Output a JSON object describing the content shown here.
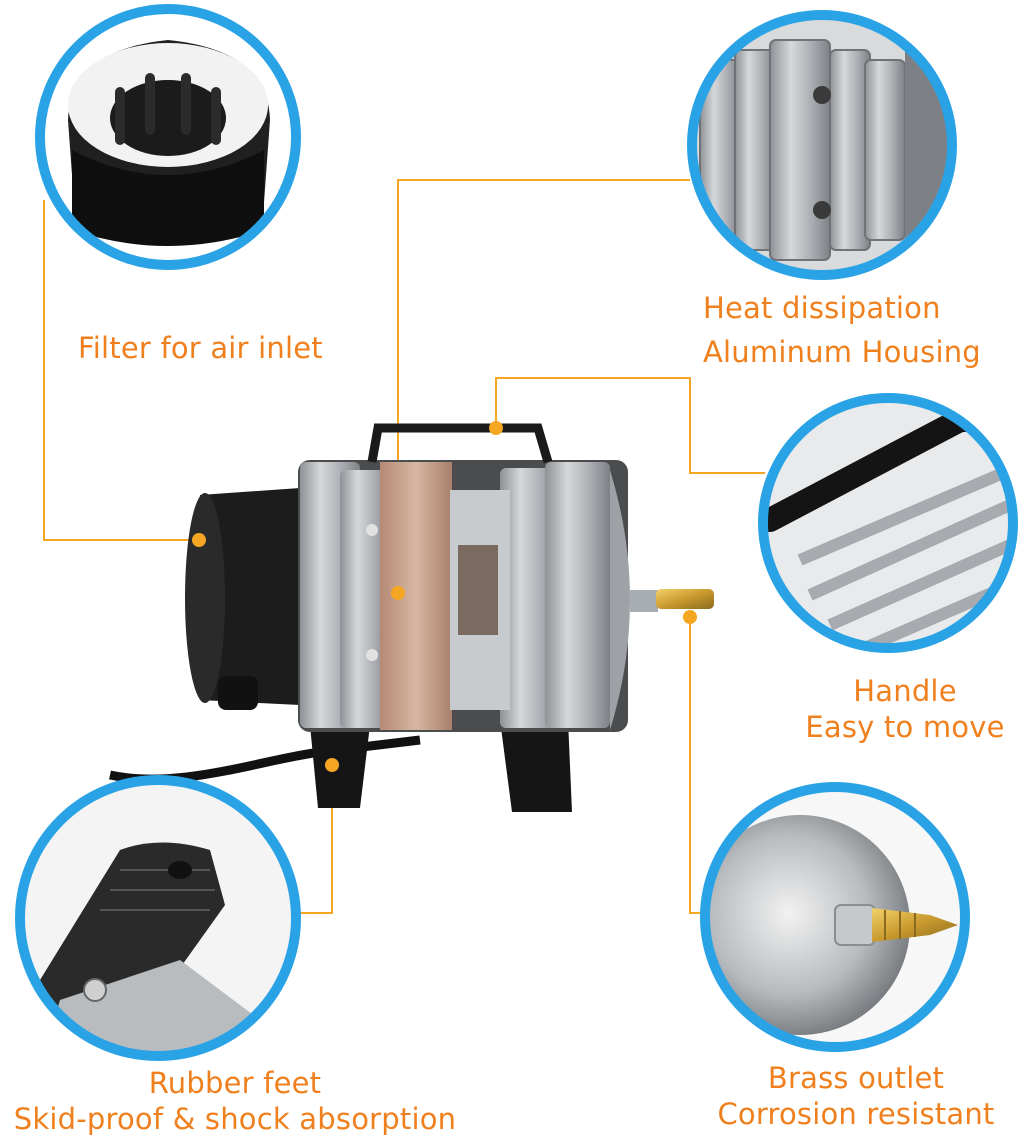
{
  "product": {
    "name": "electromagnetic air compressor pump",
    "colors": {
      "accent_line": "#f5a623",
      "label_text": "#f0801e",
      "circle_border": "#2aa3e6",
      "body_silver": "#b9bcbf",
      "motor_black": "#1c1c1c"
    }
  },
  "callouts": [
    {
      "id": "filter",
      "lines": [
        "Filter for air inlet"
      ]
    },
    {
      "id": "heat",
      "lines": [
        "Heat dissipation",
        "Aluminum Housing"
      ]
    },
    {
      "id": "handle",
      "lines": [
        "Handle",
        "Easy to move"
      ]
    },
    {
      "id": "feet",
      "lines": [
        "Rubber feet",
        "Skid-proof & shock absorption"
      ]
    },
    {
      "id": "outlet",
      "lines": [
        "Brass outlet",
        "Corrosion resistant"
      ]
    }
  ],
  "detail_images": [
    {
      "id": "filter",
      "icon": "foam-filter-closeup"
    },
    {
      "id": "heat",
      "icon": "aluminum-fins-closeup"
    },
    {
      "id": "handle",
      "icon": "handle-closeup"
    },
    {
      "id": "feet",
      "icon": "rubber-foot-closeup"
    },
    {
      "id": "outlet",
      "icon": "brass-nozzle-closeup"
    }
  ]
}
